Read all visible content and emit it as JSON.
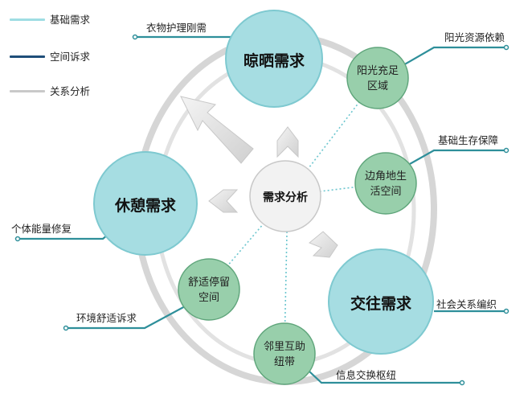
{
  "legend": {
    "items": [
      {
        "label": "基础需求",
        "color": "#9fdde3"
      },
      {
        "label": "空间诉求",
        "color": "#1f4e79"
      },
      {
        "label": "关系分析",
        "color": "#c9c9c9"
      }
    ]
  },
  "center": {
    "label": "需求分析"
  },
  "primary_needs": {
    "drying": {
      "label": "晾晒需求",
      "callout": "衣物护理刚需"
    },
    "rest": {
      "label": "休憩需求",
      "callout": "个体能量修复"
    },
    "social": {
      "label": "交往需求",
      "callout": "社会关系编织"
    }
  },
  "spaces": {
    "sunlit": {
      "line1": "阳光充足",
      "line2": "区域",
      "callout": "阳光资源依赖"
    },
    "edge": {
      "line1": "边角地生",
      "line2": "活空间",
      "callout": "基础生存保障"
    },
    "comfort": {
      "line1": "舒适停留",
      "line2": "空间",
      "callout": "环境舒适诉求"
    },
    "neighbor": {
      "line1": "邻里互助",
      "line2": "纽带",
      "callout": "信息交换枢纽"
    }
  },
  "colors": {
    "primary_fill": "#a6dde2",
    "primary_stroke": "#6ec3cb",
    "space_fill": "#98cfab",
    "space_stroke": "#5fa57b",
    "callout_line": "#2e8f9a",
    "ring": "#d4d4d4",
    "center_fill": "#f2f2f2"
  }
}
